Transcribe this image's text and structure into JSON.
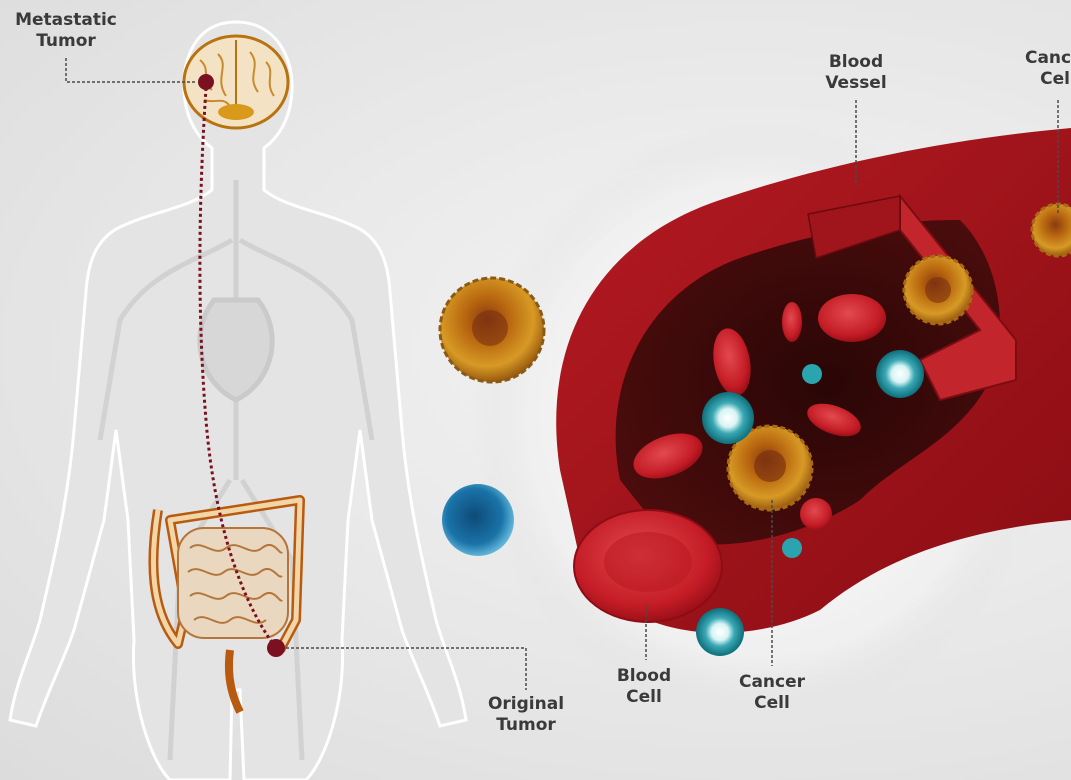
{
  "labels": {
    "metastatic_tumor": "Metastatic\nTumor",
    "original_tumor": "Original\nTumor",
    "blood_vessel": "Blood\nVessel",
    "cancer_cell_top": "Cancer\nCell",
    "blood_cell": "Blood\nCell",
    "cancer_cell": "Cancer\nCell"
  },
  "colors": {
    "vessel": "#a8141a",
    "vessel_dark": "#3a0a0a",
    "red_cell": "#c8202a",
    "cancer_cell": "#c9881c",
    "tumor": "#7a1020",
    "immune_cell": "#3ab8c0",
    "organ_outline": "#b85a10",
    "body_outline": "#ffffff"
  }
}
